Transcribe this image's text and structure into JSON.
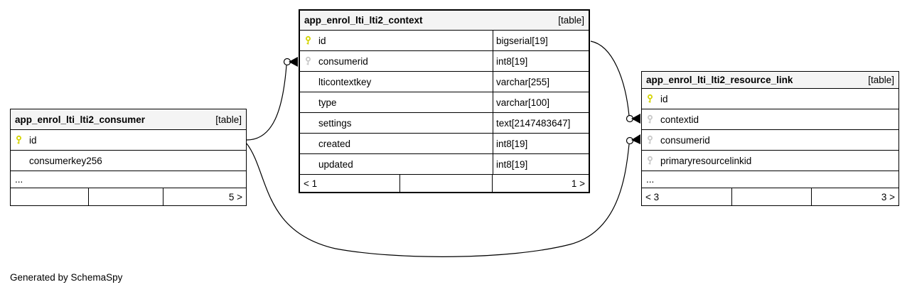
{
  "generated_by": "Generated by SchemaSpy",
  "colors": {
    "primary_key": "#d4d400",
    "foreign_key": "#c8c8c8",
    "header_bg": "#f4f4f4",
    "line": "#000000"
  },
  "tables": {
    "consumer": {
      "title": "app_enrol_lti_lti2_consumer",
      "badge": "[table]",
      "rows": [
        {
          "name": "id",
          "icon": "primary-key"
        },
        {
          "name": "consumerkey256",
          "icon": "none"
        }
      ],
      "ellipsis": "...",
      "footer": {
        "left": "",
        "mid": "",
        "right": "5 >"
      }
    },
    "context": {
      "title": "app_enrol_lti_lti2_context",
      "badge": "[table]",
      "rows": [
        {
          "name": "id",
          "type": "bigserial[19]",
          "icon": "primary-key"
        },
        {
          "name": "consumerid",
          "type": "int8[19]",
          "icon": "foreign-key"
        },
        {
          "name": "lticontextkey",
          "type": "varchar[255]",
          "icon": "none"
        },
        {
          "name": "type",
          "type": "varchar[100]",
          "icon": "none"
        },
        {
          "name": "settings",
          "type": "text[2147483647]",
          "icon": "none"
        },
        {
          "name": "created",
          "type": "int8[19]",
          "icon": "none"
        },
        {
          "name": "updated",
          "type": "int8[19]",
          "icon": "none"
        }
      ],
      "footer": {
        "left": "< 1",
        "mid": "",
        "right": "1 >"
      }
    },
    "resource_link": {
      "title": "app_enrol_lti_lti2_resource_link",
      "badge": "[table]",
      "rows": [
        {
          "name": "id",
          "icon": "primary-key"
        },
        {
          "name": "contextid",
          "icon": "foreign-key"
        },
        {
          "name": "consumerid",
          "icon": "foreign-key"
        },
        {
          "name": "primaryresourcelinkid",
          "icon": "foreign-key"
        }
      ],
      "ellipsis": "...",
      "footer": {
        "left": "< 3",
        "mid": "",
        "right": "3 >"
      }
    }
  },
  "relationships": [
    {
      "from": "app_enrol_lti_lti2_consumer.id",
      "to": "app_enrol_lti_lti2_context.consumerid"
    },
    {
      "from": "app_enrol_lti_lti2_context.id",
      "to": "app_enrol_lti_lti2_resource_link.contextid"
    },
    {
      "from": "app_enrol_lti_lti2_consumer.id",
      "to": "app_enrol_lti_lti2_resource_link.consumerid"
    }
  ]
}
